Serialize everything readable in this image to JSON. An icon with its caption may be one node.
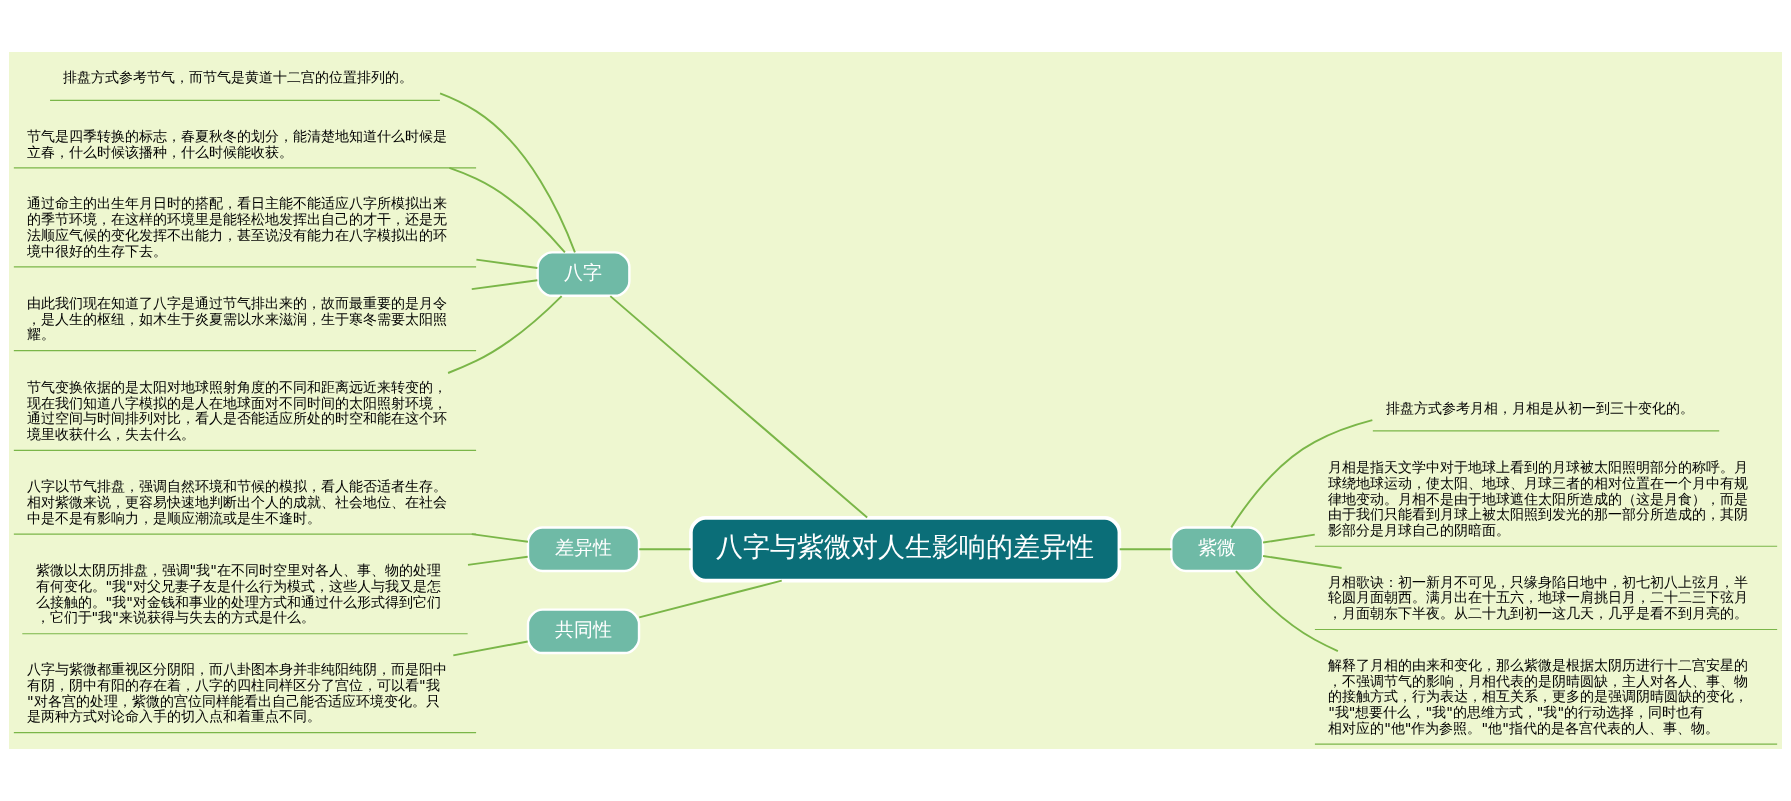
{
  "diagram": {
    "nodes": [
      {
        "text": [
          "八字与紫微对人生影响的差异性"
        ]
      },
      {
        "text": [
          "八字"
        ]
      },
      {
        "text": [
          "排盘方式参考节气，而节气是黄道十二宫的位置排列的。"
        ]
      },
      {
        "text": [
          "节气是四季转换的标志，春夏秋冬的划分，能清楚地知道什么时候是立春，什么时候该播种，什么时候能收获。"
        ]
      },
      {
        "text": [
          "通过命主的出生年月日时的搭配，看日主能不能适应八字所模拟出来的季节环境，在这样的环境里是能轻松地发挥出自己的才干，还是无法顺应气候的变化发挥不出能力，甚至说没有能力在八字模拟出的环境中很好的生存下去。"
        ]
      },
      {
        "text": [
          "由此我们现在知道了八字是通过节气排出来的，故而最重要的是月令，是人生的枢纽，如木生于炎夏需以水来滋润，生于寒冬需要太阳照耀。"
        ]
      },
      {
        "text": [
          "节气变换依据的是太阳对地球照射角度的不同和距离远近来转变的，现在我们知道八字模拟的是人在地球面对不同时间的太阳照射环境，通过空间与时间排列对比，看人是否能适应所处的时空和能在这个环境里收获什么，失去什么。"
        ]
      },
      {
        "text": [
          "差异性"
        ]
      },
      {
        "text": [
          "八字以节气排盘，强调自然环境和节候的模拟，看人能否适者生存。相对紫微来说，更容易快速地判断出个人的成就、社会地位、在社会中是不是有影响力，是顺应潮流或是生不逢时。"
        ]
      },
      {
        "text": [
          "紫微以太阴历排盘，强调\"我\"在不同时空里对各人、事、物的处理有何变化。\"我\"对父兄妻子友是什么行为模式，这些人与我又是怎么接触的。\"我\"对金钱和事业的处理方式和通过什么形式得到它们，它们于\"我\"来说获得与失去的方式是什么。"
        ]
      },
      {
        "text": [
          "共同性"
        ]
      },
      {
        "text": [
          "八字与紫微都重视区分阴阳，而八卦图本身并非纯阳纯阴，而是阳中有阴，阴中有阳的存在着，八字的四柱同样区分了宫位，可以看\"我\"对各宫的处理，紫微的宫位同样能看出自己能否适应环境变化。只是两种方式对论命入手的切入点和着重点不同。"
        ]
      },
      {
        "text": [
          "紫微"
        ]
      },
      {
        "text": [
          "排盘方式参考月相，月相是从初一到三十变化的。"
        ]
      },
      {
        "text": [
          "月相是指天文学中对于地球上看到的月球被太阳照明部分的称呼。月球绕地球运动，使太阳、地球、月球三者的相对位置在一个月中有规律地变动。月相不是由于地球遮住太阳所造成的（这是月食），而是由于我们只能看到月球上被太阳照到发光的那一部分所造成的，其阴影部分是月球自己的阴暗面。"
        ]
      },
      {
        "text": [
          "月相歌诀：初一新月不可见，只缘身陷日地中，初七初八上弦月，半轮圆月面朝西。满月出在十五六，地球一肩挑日月，二十二三下弦月，月面朝东下半夜。从二十九到初一这几天，几乎是看不到月亮的。"
        ]
      },
      {
        "text": [
          "解释了月相的由来和变化，那么紫微是根据太阴历进行十二宫安星的，不强调节气的影响，月相代表的是阴晴圆缺，主人对各人、事、物的接触方式，行为表达，相互关系，更多的是强调阴晴圆缺的变化，\"我\"想要什么，\"我\"的思维方式，\"我\"的行动选择，同时也有相对应的\"他\"作为参照。\"他\"指代的是各宫代表的人、事、物。"
        ]
      }
    ],
    "edges": [
      {
        "from": 0,
        "to": 1,
        "arrow": "none"
      },
      {
        "from": 1,
        "to": 2,
        "arrow": "none"
      },
      {
        "from": 1,
        "to": 3,
        "arrow": "none"
      },
      {
        "from": 1,
        "to": 4,
        "arrow": "none"
      },
      {
        "from": 1,
        "to": 5,
        "arrow": "none"
      },
      {
        "from": 1,
        "to": 6,
        "arrow": "none"
      },
      {
        "from": 0,
        "to": 7,
        "arrow": "none"
      },
      {
        "from": 7,
        "to": 8,
        "arrow": "none"
      },
      {
        "from": 7,
        "to": 9,
        "arrow": "none"
      },
      {
        "from": 0,
        "to": 10,
        "arrow": "none"
      },
      {
        "from": 10,
        "to": 11,
        "arrow": "none"
      },
      {
        "from": 0,
        "to": 12,
        "arrow": "none"
      },
      {
        "from": 12,
        "to": 13,
        "arrow": "none"
      },
      {
        "from": 12,
        "to": 14,
        "arrow": "none"
      },
      {
        "from": 12,
        "to": 15,
        "arrow": "none"
      },
      {
        "from": 12,
        "to": 16,
        "arrow": "none"
      }
    ]
  }
}
